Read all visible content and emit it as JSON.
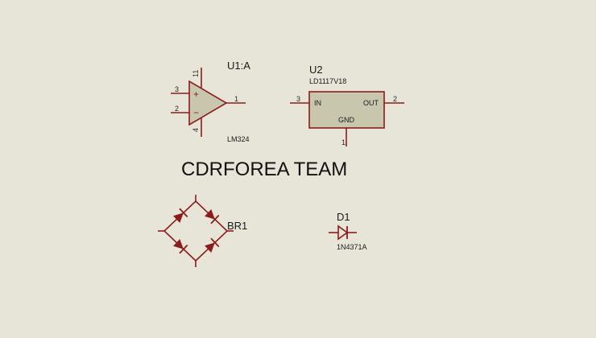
{
  "colors": {
    "background": "#e7e4d8",
    "wire": "#8b1c1c",
    "body_fill": "#c9c6ae",
    "text": "#1a1a1a"
  },
  "title": "CDRFOREA TEAM",
  "opamp": {
    "ref": "U1:A",
    "value": "LM324",
    "pins": {
      "noninv": "3",
      "inv": "2",
      "out": "1",
      "vpos": "11",
      "vneg": "4"
    },
    "plus_sign": "+",
    "minus_sign": "−"
  },
  "regulator": {
    "ref": "U2",
    "value": "LD1117V18",
    "in_label": "IN",
    "out_label": "OUT",
    "gnd_label": "GND",
    "pins": {
      "in": "3",
      "out": "2",
      "gnd": "1"
    }
  },
  "bridge": {
    "ref": "BR1"
  },
  "diode": {
    "ref": "D1",
    "value": "1N4371A"
  }
}
